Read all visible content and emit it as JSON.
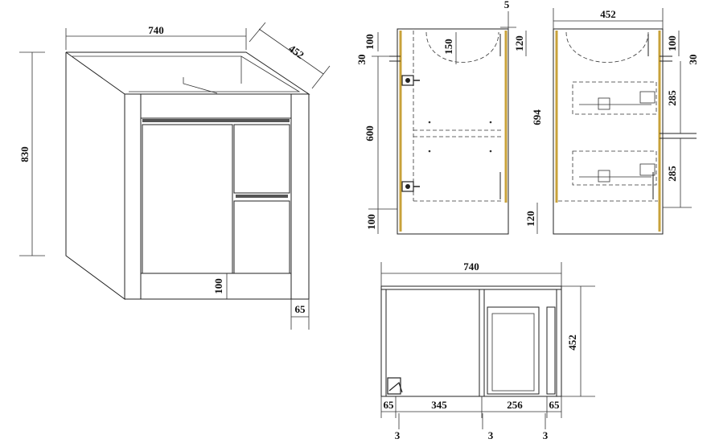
{
  "iso_view": {
    "width": "740",
    "depth": "452",
    "height": "830",
    "plinth": "100",
    "side": "65"
  },
  "side_view_left": {
    "top_gap": "5",
    "top_rail": "100",
    "rail_thick": "30",
    "basin_depth": "150",
    "upper_clear": "120",
    "door_height": "600",
    "inner_height": "694",
    "base": "100",
    "base_right": "120"
  },
  "side_view_right": {
    "depth": "452",
    "top_rail": "100",
    "rail_thick": "30",
    "drawer_upper": "285",
    "drawer_lower": "285"
  },
  "plan_view": {
    "width": "740",
    "depth": "452",
    "side_left": "65",
    "left_bay": "345",
    "right_bay": "256",
    "side_right": "65",
    "gap_1": "3",
    "gap_2": "3",
    "gap_3": "3"
  }
}
